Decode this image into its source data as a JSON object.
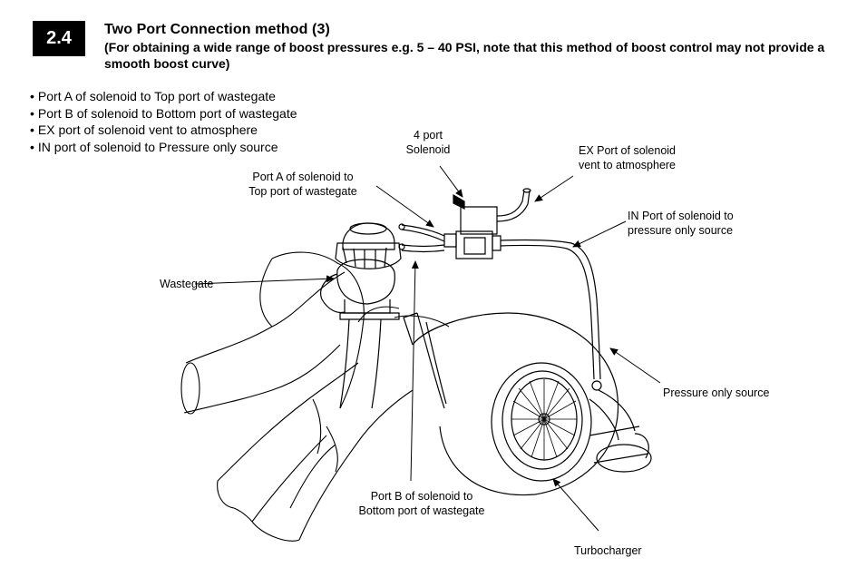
{
  "section": {
    "number": "2.4",
    "title": "Two Port Connection method (3)",
    "note": "(For obtaining a wide range of boost pressures e.g. 5 – 40 PSI, note that this method of boost control may not provide a smooth boost curve)"
  },
  "bullets": [
    "Port A of solenoid to Top port of wastegate",
    "Port B of solenoid to Bottom port of wastegate",
    "EX port of solenoid vent to atmosphere",
    "IN port of solenoid to Pressure only source"
  ],
  "labels": {
    "solenoid": [
      "4 port",
      "Solenoid"
    ],
    "port_a": [
      "Port A of solenoid to",
      "Top port of wastegate"
    ],
    "ex_port": [
      "EX Port of solenoid",
      "vent to atmosphere"
    ],
    "in_port": [
      "IN Port of solenoid to",
      "pressure only source"
    ],
    "wastegate": "Wastegate",
    "pressure_source": "Pressure only source",
    "port_b": [
      "Port B of solenoid to",
      "Bottom port of wastegate"
    ],
    "turbocharger": "Turbocharger"
  }
}
